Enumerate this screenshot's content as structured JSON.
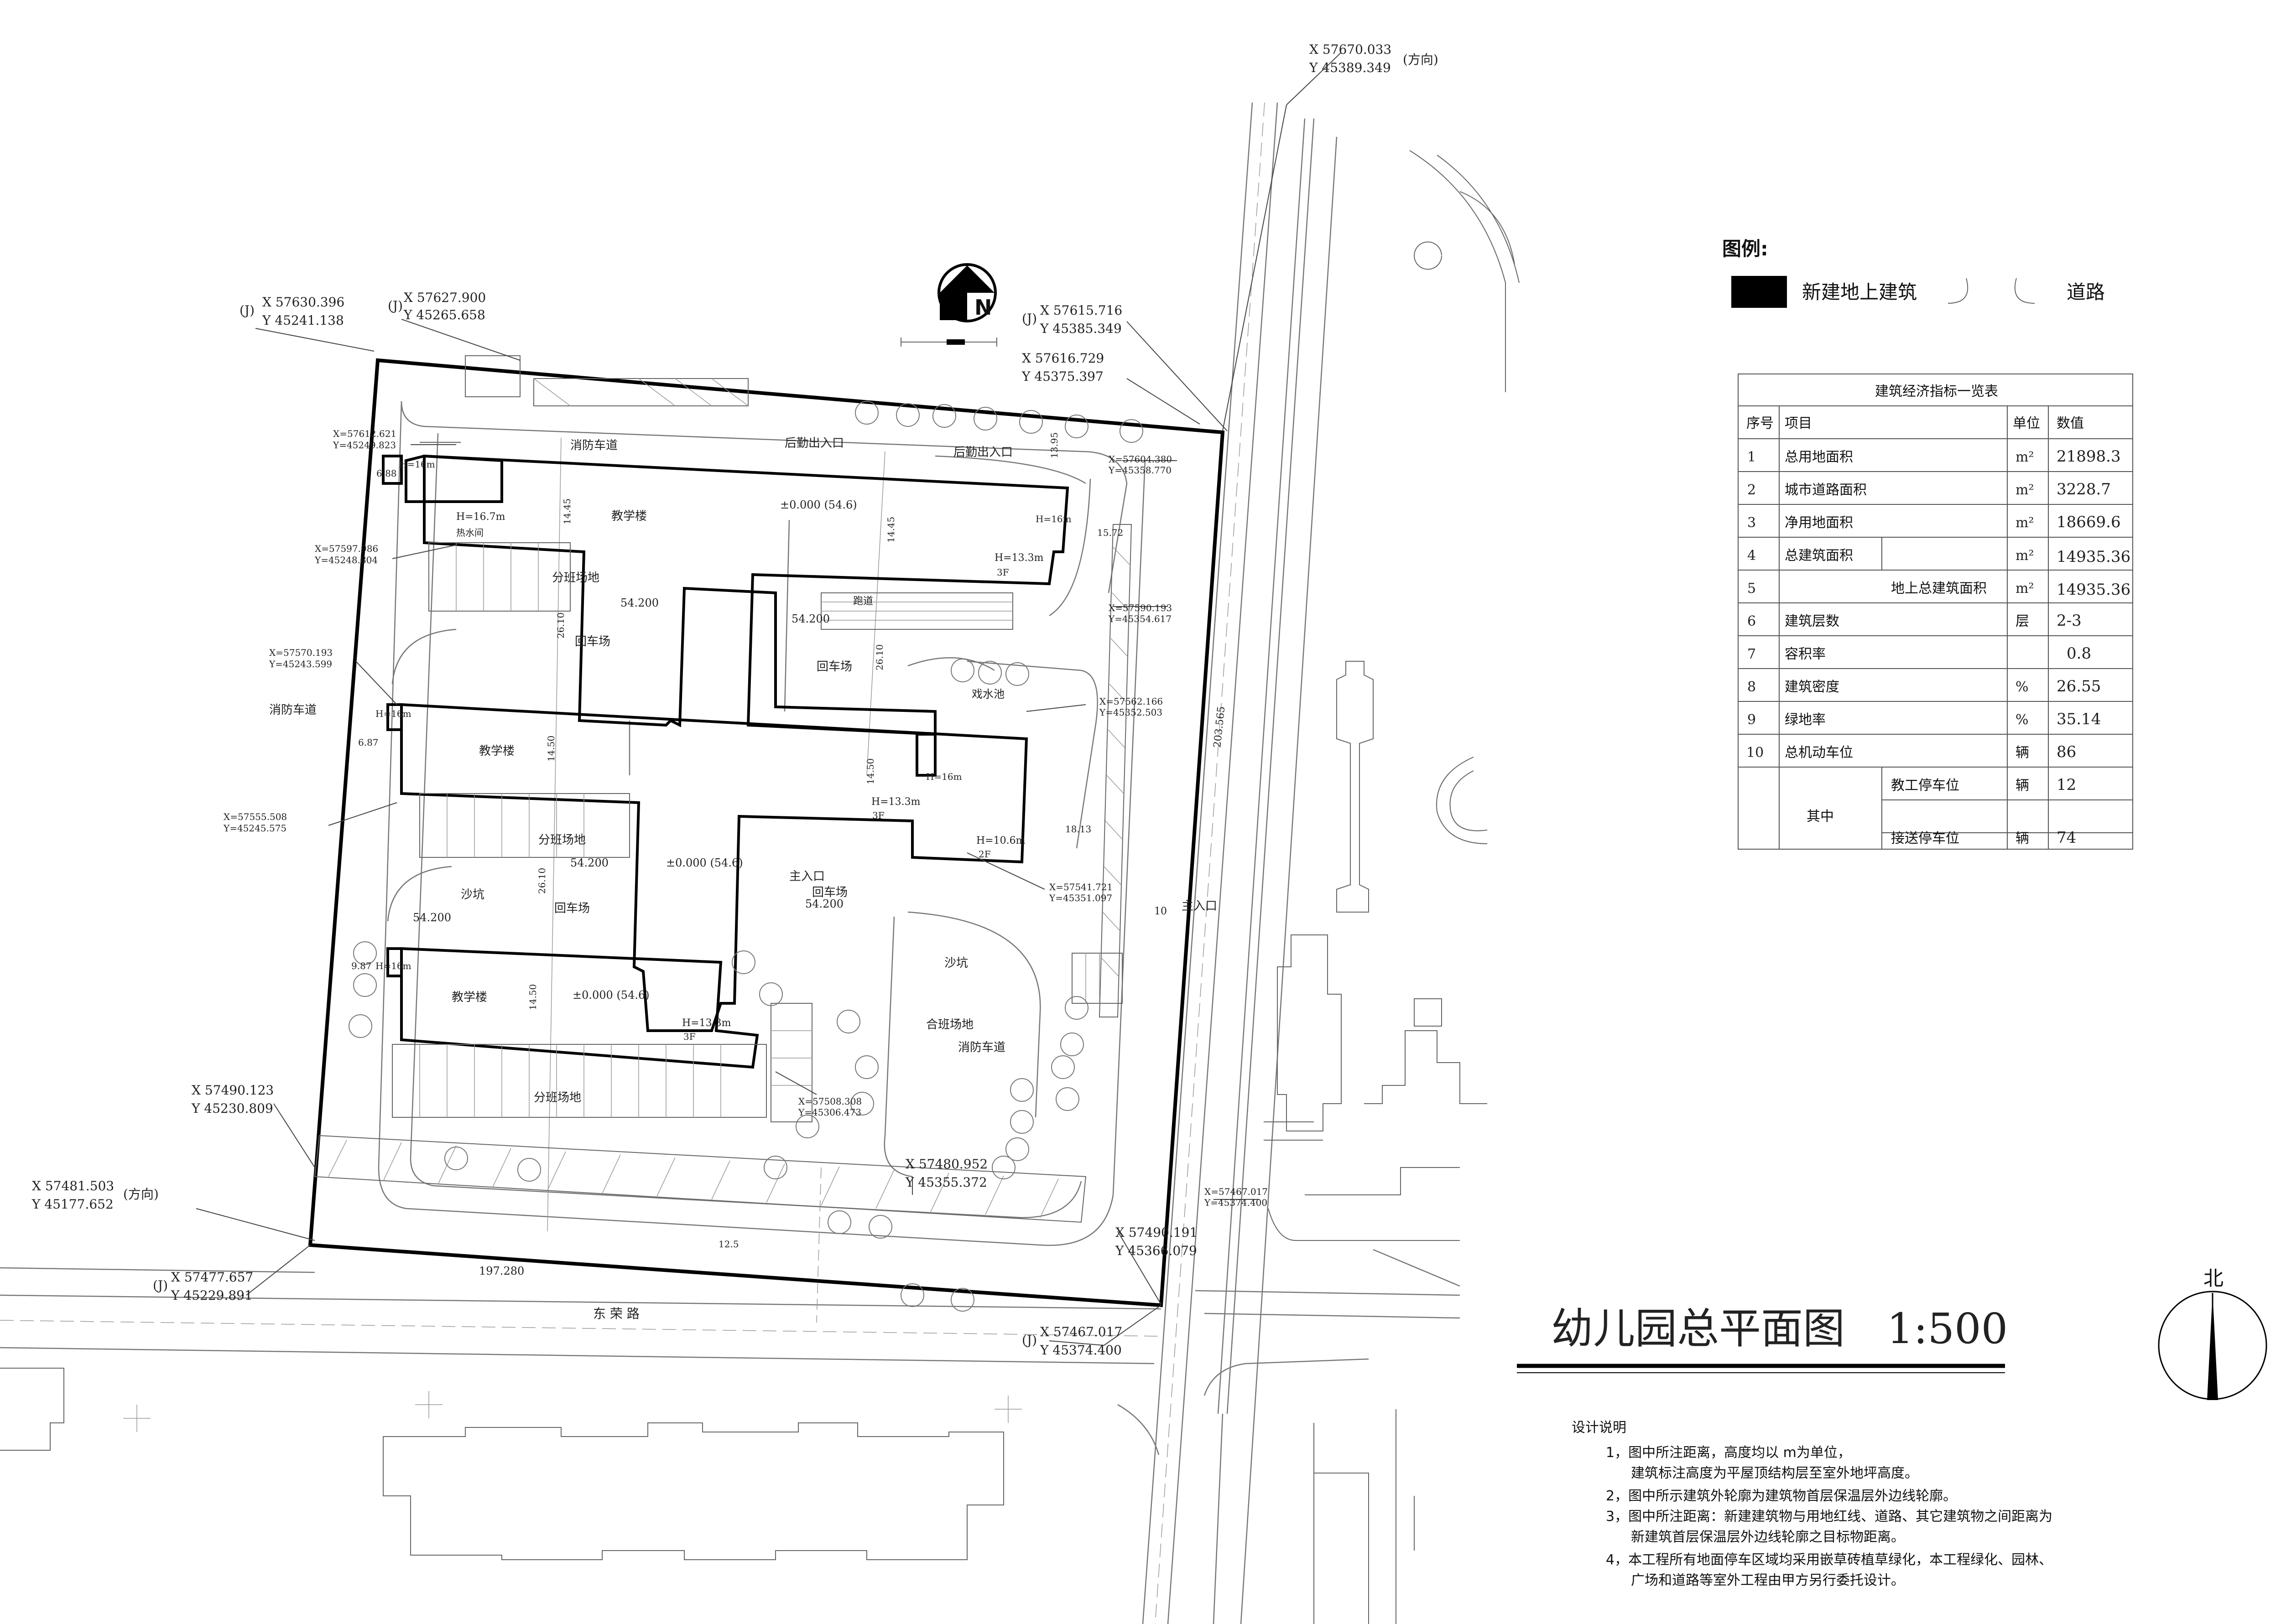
{
  "legend": {
    "title": "图例:",
    "building": "新建地上建筑",
    "road": "道路"
  },
  "table": {
    "title": "建筑经济指标一览表",
    "headers": [
      "序号",
      "项目",
      "单位",
      "数值"
    ],
    "rows": [
      {
        "no": "1",
        "item": "总用地面积",
        "sub": "",
        "unit": "m²",
        "value": "21898.3"
      },
      {
        "no": "2",
        "item": "城市道路面积",
        "sub": "",
        "unit": "m²",
        "value": "3228.7"
      },
      {
        "no": "3",
        "item": "净用地面积",
        "sub": "",
        "unit": "m²",
        "value": "18669.6"
      },
      {
        "no": "4",
        "item": "总建筑面积",
        "sub": "",
        "unit": "m²",
        "value": "14935.36"
      },
      {
        "no": "5",
        "item": "",
        "sub": "地上总建筑面积",
        "unit": "m²",
        "value": "14935.36"
      },
      {
        "no": "6",
        "item": "建筑层数",
        "sub": "",
        "unit": "层",
        "value": "2-3"
      },
      {
        "no": "7",
        "item": "容积率",
        "sub": "",
        "unit": "",
        "value": "0.8"
      },
      {
        "no": "8",
        "item": "建筑密度",
        "sub": "",
        "unit": "%",
        "value": "26.55"
      },
      {
        "no": "9",
        "item": "绿地率",
        "sub": "",
        "unit": "%",
        "value": "35.14"
      },
      {
        "no": "10",
        "item": "总机动车位",
        "sub": "",
        "unit": "辆",
        "value": "86"
      },
      {
        "no": "",
        "item": "其中",
        "sub": "教工停车位",
        "unit": "辆",
        "value": "12"
      },
      {
        "no": "",
        "item": "",
        "sub": "接送停车位",
        "unit": "辆",
        "value": "74"
      }
    ]
  },
  "drawing_title": "幼儿园总平面图　1:500",
  "north_label": "北",
  "compass_label": "N",
  "notes": {
    "title": "设计说明",
    "lines": [
      "1，图中所注距离，高度均以 m为单位，",
      "建筑标注高度为平屋顶结构层至室外地坪高度。",
      "2，图中所示建筑外轮廓为建筑物首层保温层外边线轮廓。",
      "3，图中所注距离：新建建筑物与用地红线、道路、其它建筑物之间距离为",
      "新建筑首层保温层外边线轮廓之目标物距离。",
      "4，本工程所有地面停车区域均采用嵌草砖植草绿化，本工程绿化、园林、",
      "广场和道路等室外工程由甲方另行委托设计。"
    ]
  },
  "coords": [
    {
      "x": "X  57670.033",
      "y": "Y  45389.349",
      "suffix": "(方向)"
    },
    {
      "x": "X  57630.396",
      "y": "Y  45241.138",
      "prefix": "(J)"
    },
    {
      "x": "X  57627.900",
      "y": "Y  45265.658",
      "prefix": "(J)"
    },
    {
      "x": "X  57615.716",
      "y": "Y  45385.349",
      "prefix": "(J)"
    },
    {
      "x": "X  57616.729",
      "y": "Y  45375.397"
    },
    {
      "x": "X  57490.123",
      "y": "Y  45230.809"
    },
    {
      "x": "X  57481.503",
      "y": "Y  45177.652",
      "suffix": "(方向)"
    },
    {
      "x": "X  57477.657",
      "y": "Y  45229.891",
      "prefix": "(J)"
    },
    {
      "x": "X  57480.952",
      "y": "Y  45355.372"
    },
    {
      "x": "X  57490.191",
      "y": "Y  45366.079"
    },
    {
      "x": "X  57467.017",
      "y": "Y  45374.400",
      "prefix": "(J)"
    }
  ],
  "small_coords": [
    "X=57612.621",
    "Y=45249.823",
    "X=57597.986",
    "Y=45248.804",
    "X=57570.193",
    "Y=45243.599",
    "X=57555.508",
    "Y=45245.575",
    "X=57604.380",
    "Y=45358.770",
    "X=57590.193",
    "Y=45354.617",
    "X=57562.166",
    "Y=45352.503",
    "X=57541.721",
    "Y=45351.097",
    "X=57508.308",
    "Y=45306.473",
    "X=57467.017",
    "Y=45374.400"
  ],
  "labels": {
    "fire_road": "消防车道",
    "back_exit": "后勤出入口",
    "teaching": "教学楼",
    "h167": "H=16.7m",
    "heat_room": "热水间",
    "h16": "H=16m",
    "h133": "H=13.3m",
    "f3": "3F",
    "zero": "±0.000 (54.6)",
    "class_area": "分班场地",
    "return_area": "回车场",
    "lv542": "54.200",
    "path": "跑道",
    "pool": "戏水池",
    "h106": "H=10.6m",
    "f2": "2F",
    "main_entry": "主入口",
    "sandpit": "沙坑",
    "group_area": "合班场地",
    "road_name": "东 荣 路",
    "d1445": "14.45",
    "d2610": "26.10",
    "d1450": "14.50",
    "d1572": "15.72",
    "d1365": "13.95",
    "d125": "12.5",
    "d19728": "197.280",
    "d20356": "203.565",
    "d688": "6.88",
    "d687": "6.87",
    "d987": "9.87",
    "d1413": "18.13",
    "d10": "10"
  }
}
